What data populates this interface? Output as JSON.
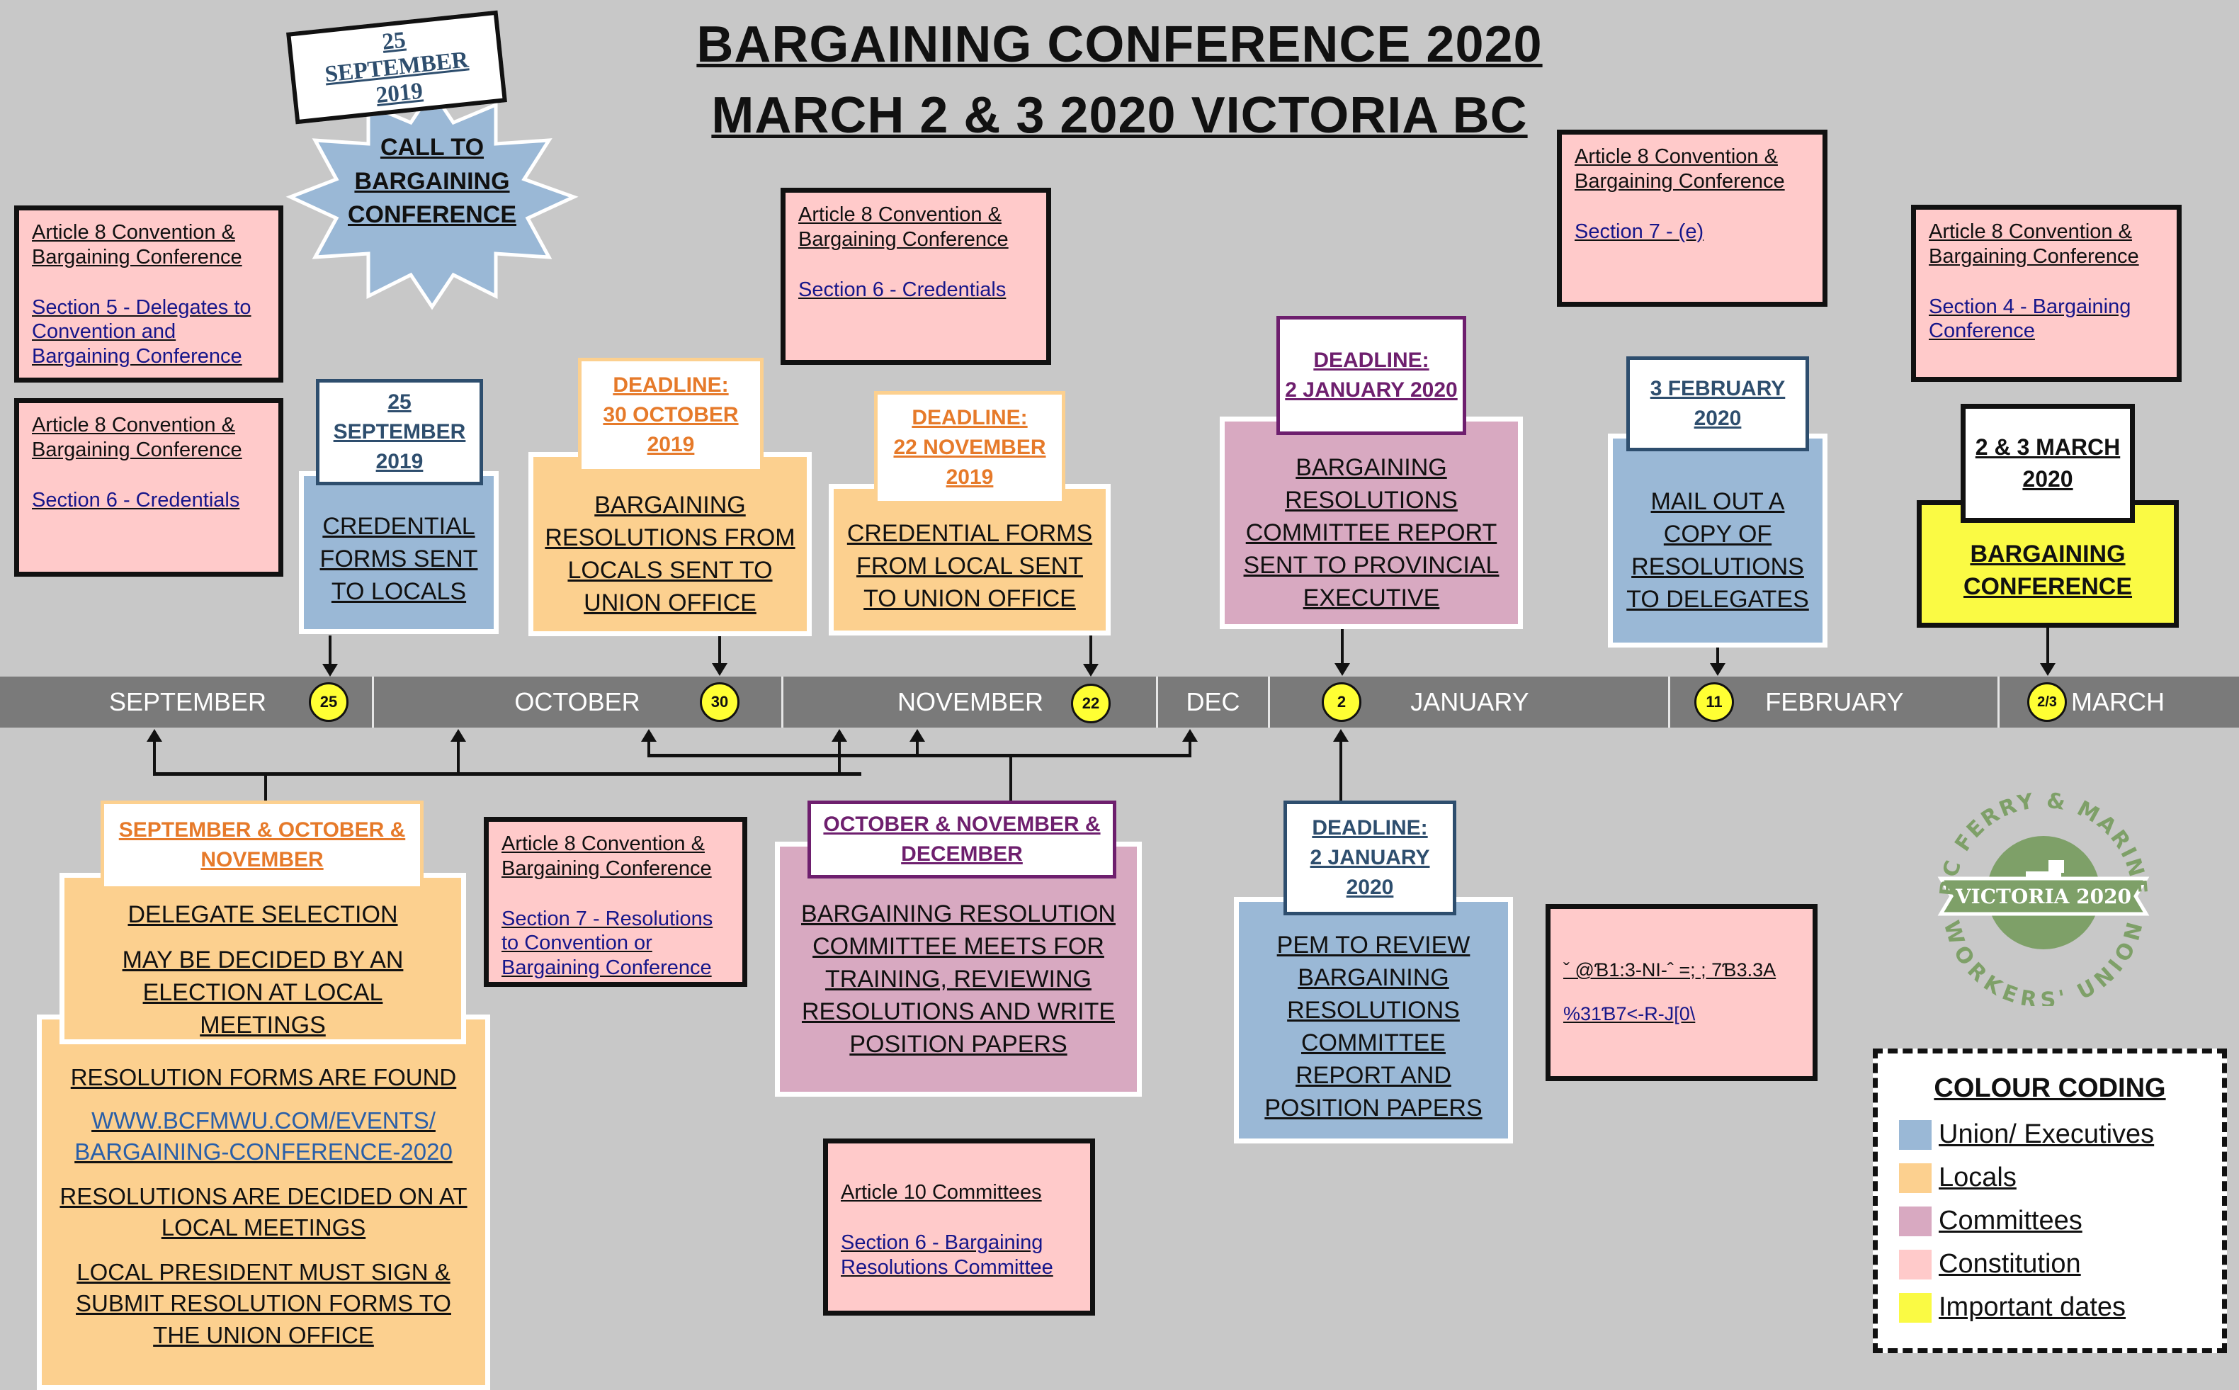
{
  "title": {
    "line1": "BARGAINING CONFERENCE 2020",
    "line2": "MARCH 2 & 3 2020 VICTORIA BC"
  },
  "colors": {
    "union": "#9ab8d6",
    "locals": "#fcd08f",
    "committees": "#d8a9c1",
    "constitution": "#ffcaca",
    "important": "#fafa44"
  },
  "call": {
    "date": "25 SEPTEMBER 2019",
    "text": "CALL TO BARGAINING CONFERENCE"
  },
  "timeline": {
    "months": [
      "SEPTEMBER",
      "OCTOBER",
      "NOVEMBER",
      "DEC",
      "JANUARY",
      "FEBRUARY",
      "MARCH"
    ],
    "dots": [
      "25",
      "30",
      "22",
      "2",
      "11",
      "2/3"
    ]
  },
  "constitution": {
    "c1": {
      "article": "Article 8 Convention & Bargaining Conference",
      "section": "Section 5 - Delegates to Convention and Bargaining Conference"
    },
    "c2": {
      "article": "Article 8 Convention & Bargaining Conference",
      "section": "Section 6 - Credentials"
    },
    "c3": {
      "article": "Article 8 Convention & Bargaining Conference",
      "section": "Section 6 - Credentials"
    },
    "c4": {
      "article": "Article 8 Convention & Bargaining Conference",
      "section": "Section 7 - (e)"
    },
    "c5": {
      "article": "Article 8 Convention & Bargaining Conference",
      "section": "Section 4 - Bargaining Conference"
    },
    "c6": {
      "article": "Article 8 Convention & Bargaining Conference",
      "section": "Section 7 - Resolutions to Convention or Bargaining Conference"
    },
    "c7": {
      "article": "Article 10 Committees",
      "section": "Section 6 - Bargaining Resolutions Committee"
    },
    "c8": {
      "line1": "ˇ @Ɓ1:3-ΝΙ-ˆ =; ; 7Ɓ3.3A",
      "line2": "%31Ɓ7<-R-J[0\\"
    }
  },
  "events": {
    "credential": {
      "date": "25 SEPTEMBER 2019",
      "text": "CREDENTIAL FORMS SENT TO LOCALS"
    },
    "resolutions": {
      "header": "DEADLINE:",
      "date": "30 OCTOBER 2019",
      "text": "BARGAINING RESOLUTIONS FROM LOCALS SENT TO UNION OFFICE"
    },
    "credforms": {
      "header": "DEADLINE:",
      "date": "22 NOVEMBER 2019",
      "text": "CREDENTIAL FORMS FROM LOCAL SENT TO UNION OFFICE"
    },
    "committee_report": {
      "header": "DEADLINE:",
      "date": "2 JANUARY 2020",
      "text": "BARGAINING RESOLUTIONS COMMITTEE REPORT SENT TO PROVINCIAL EXECUTIVE"
    },
    "mailout": {
      "date": "3 FEBRUARY 2020",
      "text": "MAIL OUT A COPY OF RESOLUTIONS TO DELEGATES"
    },
    "conference": {
      "date": "2 & 3 MARCH 2020",
      "text": "BARGAINING CONFERENCE"
    },
    "delegate": {
      "date": "SEPTEMBER & OCTOBER & NOVEMBER",
      "title": "DELEGATE SELECTION",
      "text": "MAY BE DECIDED BY AN ELECTION AT LOCAL MEETINGS",
      "forms": "RESOLUTION FORMS ARE FOUND",
      "url": "WWW.BCFMWU.COM/EVENTS/ BARGAINING-CONFERENCE-2020",
      "decided": "RESOLUTIONS ARE DECIDED ON AT LOCAL MEETINGS",
      "president": "LOCAL PRESIDENT MUST SIGN & SUBMIT  RESOLUTION FORMS TO THE UNION OFFICE"
    },
    "committee_meets": {
      "date": "OCTOBER & NOVEMBER & DECEMBER",
      "text": "BARGAINING RESOLUTION COMMITTEE MEETS FOR TRAINING, REVIEWING RESOLUTIONS AND WRITE POSITION PAPERS"
    },
    "pem": {
      "header": "DEADLINE:",
      "date": "2 JANUARY 2020",
      "text": "PEM TO REVIEW BARGAINING RESOLUTIONS COMMITTEE REPORT AND POSITION PAPERS"
    }
  },
  "logo": {
    "top": "BC FERRY & MARINE",
    "banner": "VICTORIA 2020",
    "bottom": "WORKERS' UNION"
  },
  "legend": {
    "title": "COLOUR CODING",
    "items": [
      "Union/ Executives",
      "Locals",
      "Committees",
      "Constitution",
      "Important dates"
    ]
  }
}
